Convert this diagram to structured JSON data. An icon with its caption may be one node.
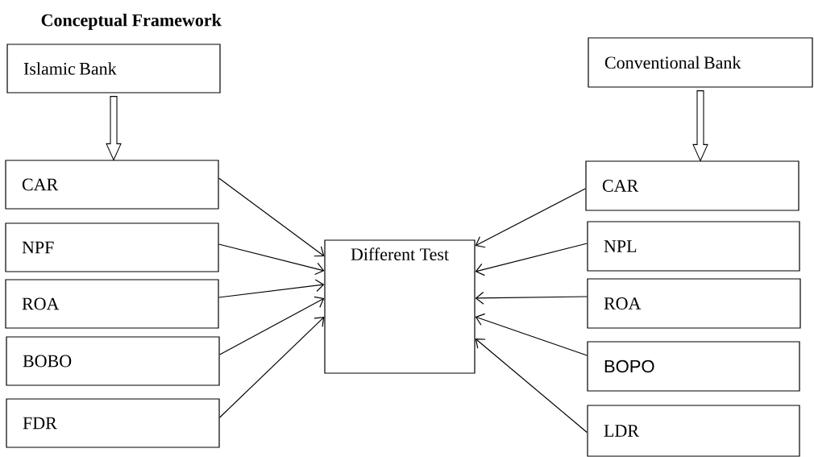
{
  "diagram": {
    "title": "Conceptual Framework",
    "nodes": [
      {
        "text": [
          "Islamic Bank"
        ]
      },
      {
        "text": [
          "Conventional Bank"
        ]
      },
      {
        "text": [
          "CAR"
        ]
      },
      {
        "text": [
          "NPF"
        ]
      },
      {
        "text": [
          "ROA"
        ]
      },
      {
        "text": [
          "BOBO"
        ]
      },
      {
        "text": [
          "FDR"
        ]
      },
      {
        "text": [
          "Different Test"
        ]
      },
      {
        "text": [
          "CAR"
        ]
      },
      {
        "text": [
          "NPL"
        ]
      },
      {
        "text": [
          "ROA"
        ]
      },
      {
        "text": [
          "BOPO"
        ]
      },
      {
        "text": [
          "LDR"
        ]
      }
    ],
    "edges": [
      {
        "from": 0,
        "to": 2,
        "arrow": "to"
      },
      {
        "from": 1,
        "to": 8,
        "arrow": "to"
      },
      {
        "from": 2,
        "to": 7,
        "arrow": "to"
      },
      {
        "from": 3,
        "to": 7,
        "arrow": "to"
      },
      {
        "from": 4,
        "to": 7,
        "arrow": "to"
      },
      {
        "from": 5,
        "to": 7,
        "arrow": "to"
      },
      {
        "from": 6,
        "to": 7,
        "arrow": "to"
      },
      {
        "from": 8,
        "to": 7,
        "arrow": "to"
      },
      {
        "from": 9,
        "to": 7,
        "arrow": "to"
      },
      {
        "from": 10,
        "to": 7,
        "arrow": "to"
      },
      {
        "from": 11,
        "to": 7,
        "arrow": "to"
      },
      {
        "from": 12,
        "to": 7,
        "arrow": "to"
      }
    ]
  }
}
